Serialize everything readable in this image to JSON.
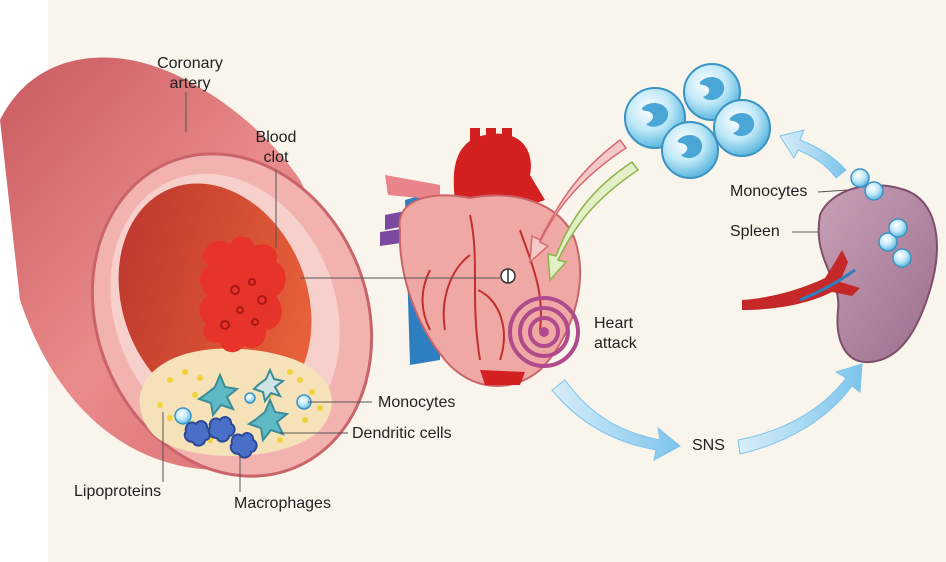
{
  "labels": {
    "coronary_artery": "Coronary\nartery",
    "blood_clot": "Blood\nclot",
    "monocytes_artery": "Monocytes",
    "dendritic_cells": "Dendritic cells",
    "lipoproteins": "Lipoproteins",
    "macrophages": "Macrophages",
    "heart_attack": "Heart\nattack",
    "sns": "SNS",
    "monocytes_spleen": "Monocytes",
    "spleen": "Spleen"
  },
  "colors": {
    "background": "#faf5ec",
    "artery_outer": "#e07a7c",
    "artery_wall": "#f2b3b0",
    "lumen": "#e04a3a",
    "clot": "#e8332a",
    "plaque": "#f5e2b8",
    "lipoprotein": "#f2d23c",
    "monocyte": "#8fd3ee",
    "dendritic": "#5fb9c4",
    "macrophage": "#4a6fc9",
    "heart": "#f0a8a4",
    "infarct_ring": "#b04a8c",
    "flow_arrow": "#a8d8f2",
    "spleen": "#b98ca6"
  }
}
